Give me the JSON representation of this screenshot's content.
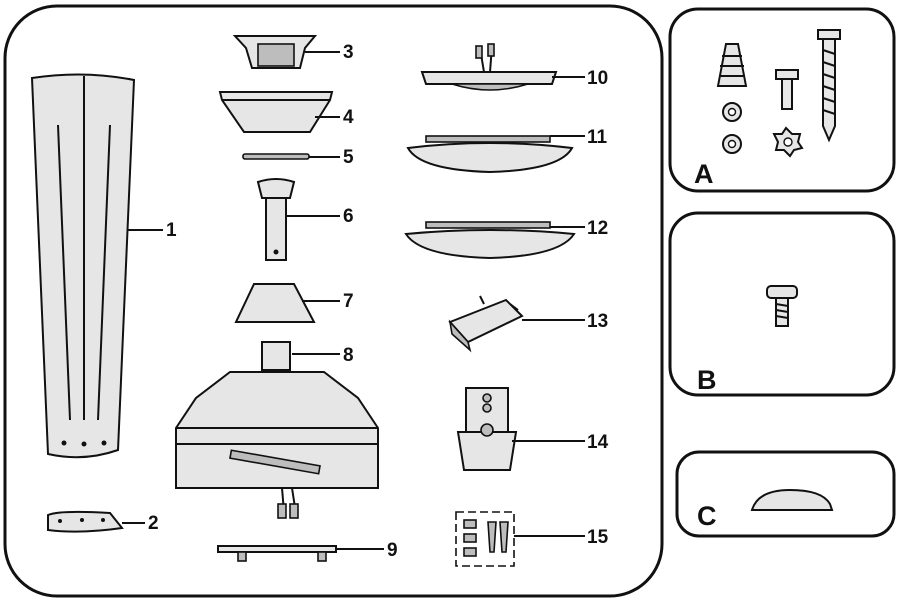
{
  "callouts": {
    "c1": "1",
    "c2": "2",
    "c3": "3",
    "c4": "4",
    "c5": "5",
    "c6": "6",
    "c7": "7",
    "c8": "8",
    "c9": "9",
    "c10": "10",
    "c11": "11",
    "c12": "12",
    "c13": "13",
    "c14": "14",
    "c15": "15"
  },
  "hardware_bags": {
    "a": "A",
    "b": "B",
    "c": "C"
  },
  "icons": [
    "fan-blade",
    "blade-flange",
    "canopy-cover",
    "canopy",
    "canopy-ring",
    "downrod",
    "coupling-cover",
    "motor-housing",
    "mounting-bracket",
    "light-kit",
    "glass-shade",
    "glass-shade",
    "receiver",
    "wall-transmitter",
    "hardware-pack",
    "wire-nut",
    "screws",
    "washers"
  ]
}
